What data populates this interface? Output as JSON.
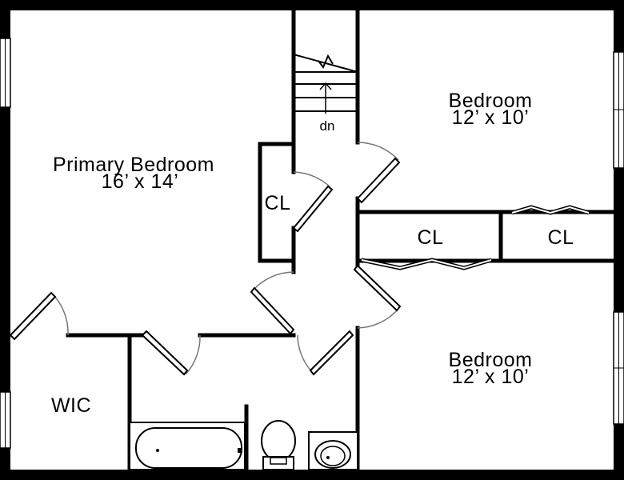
{
  "rooms": {
    "primary": {
      "name": "Primary Bedroom",
      "size": "16’ x 14’"
    },
    "bedroom_top": {
      "name": "Bedroom",
      "size": "12’ x 10’"
    },
    "bedroom_bottom": {
      "name": "Bedroom",
      "size": "12’ x 10’"
    },
    "closet_primary": {
      "name": "CL"
    },
    "closet_mid": {
      "name": "CL"
    },
    "closet_right": {
      "name": "CL"
    },
    "wic": {
      "name": "WIC"
    }
  },
  "stairs": {
    "label": "dn"
  },
  "colors": {
    "wall": "#000000",
    "background": "#ffffff",
    "door_swing": "#777777"
  }
}
